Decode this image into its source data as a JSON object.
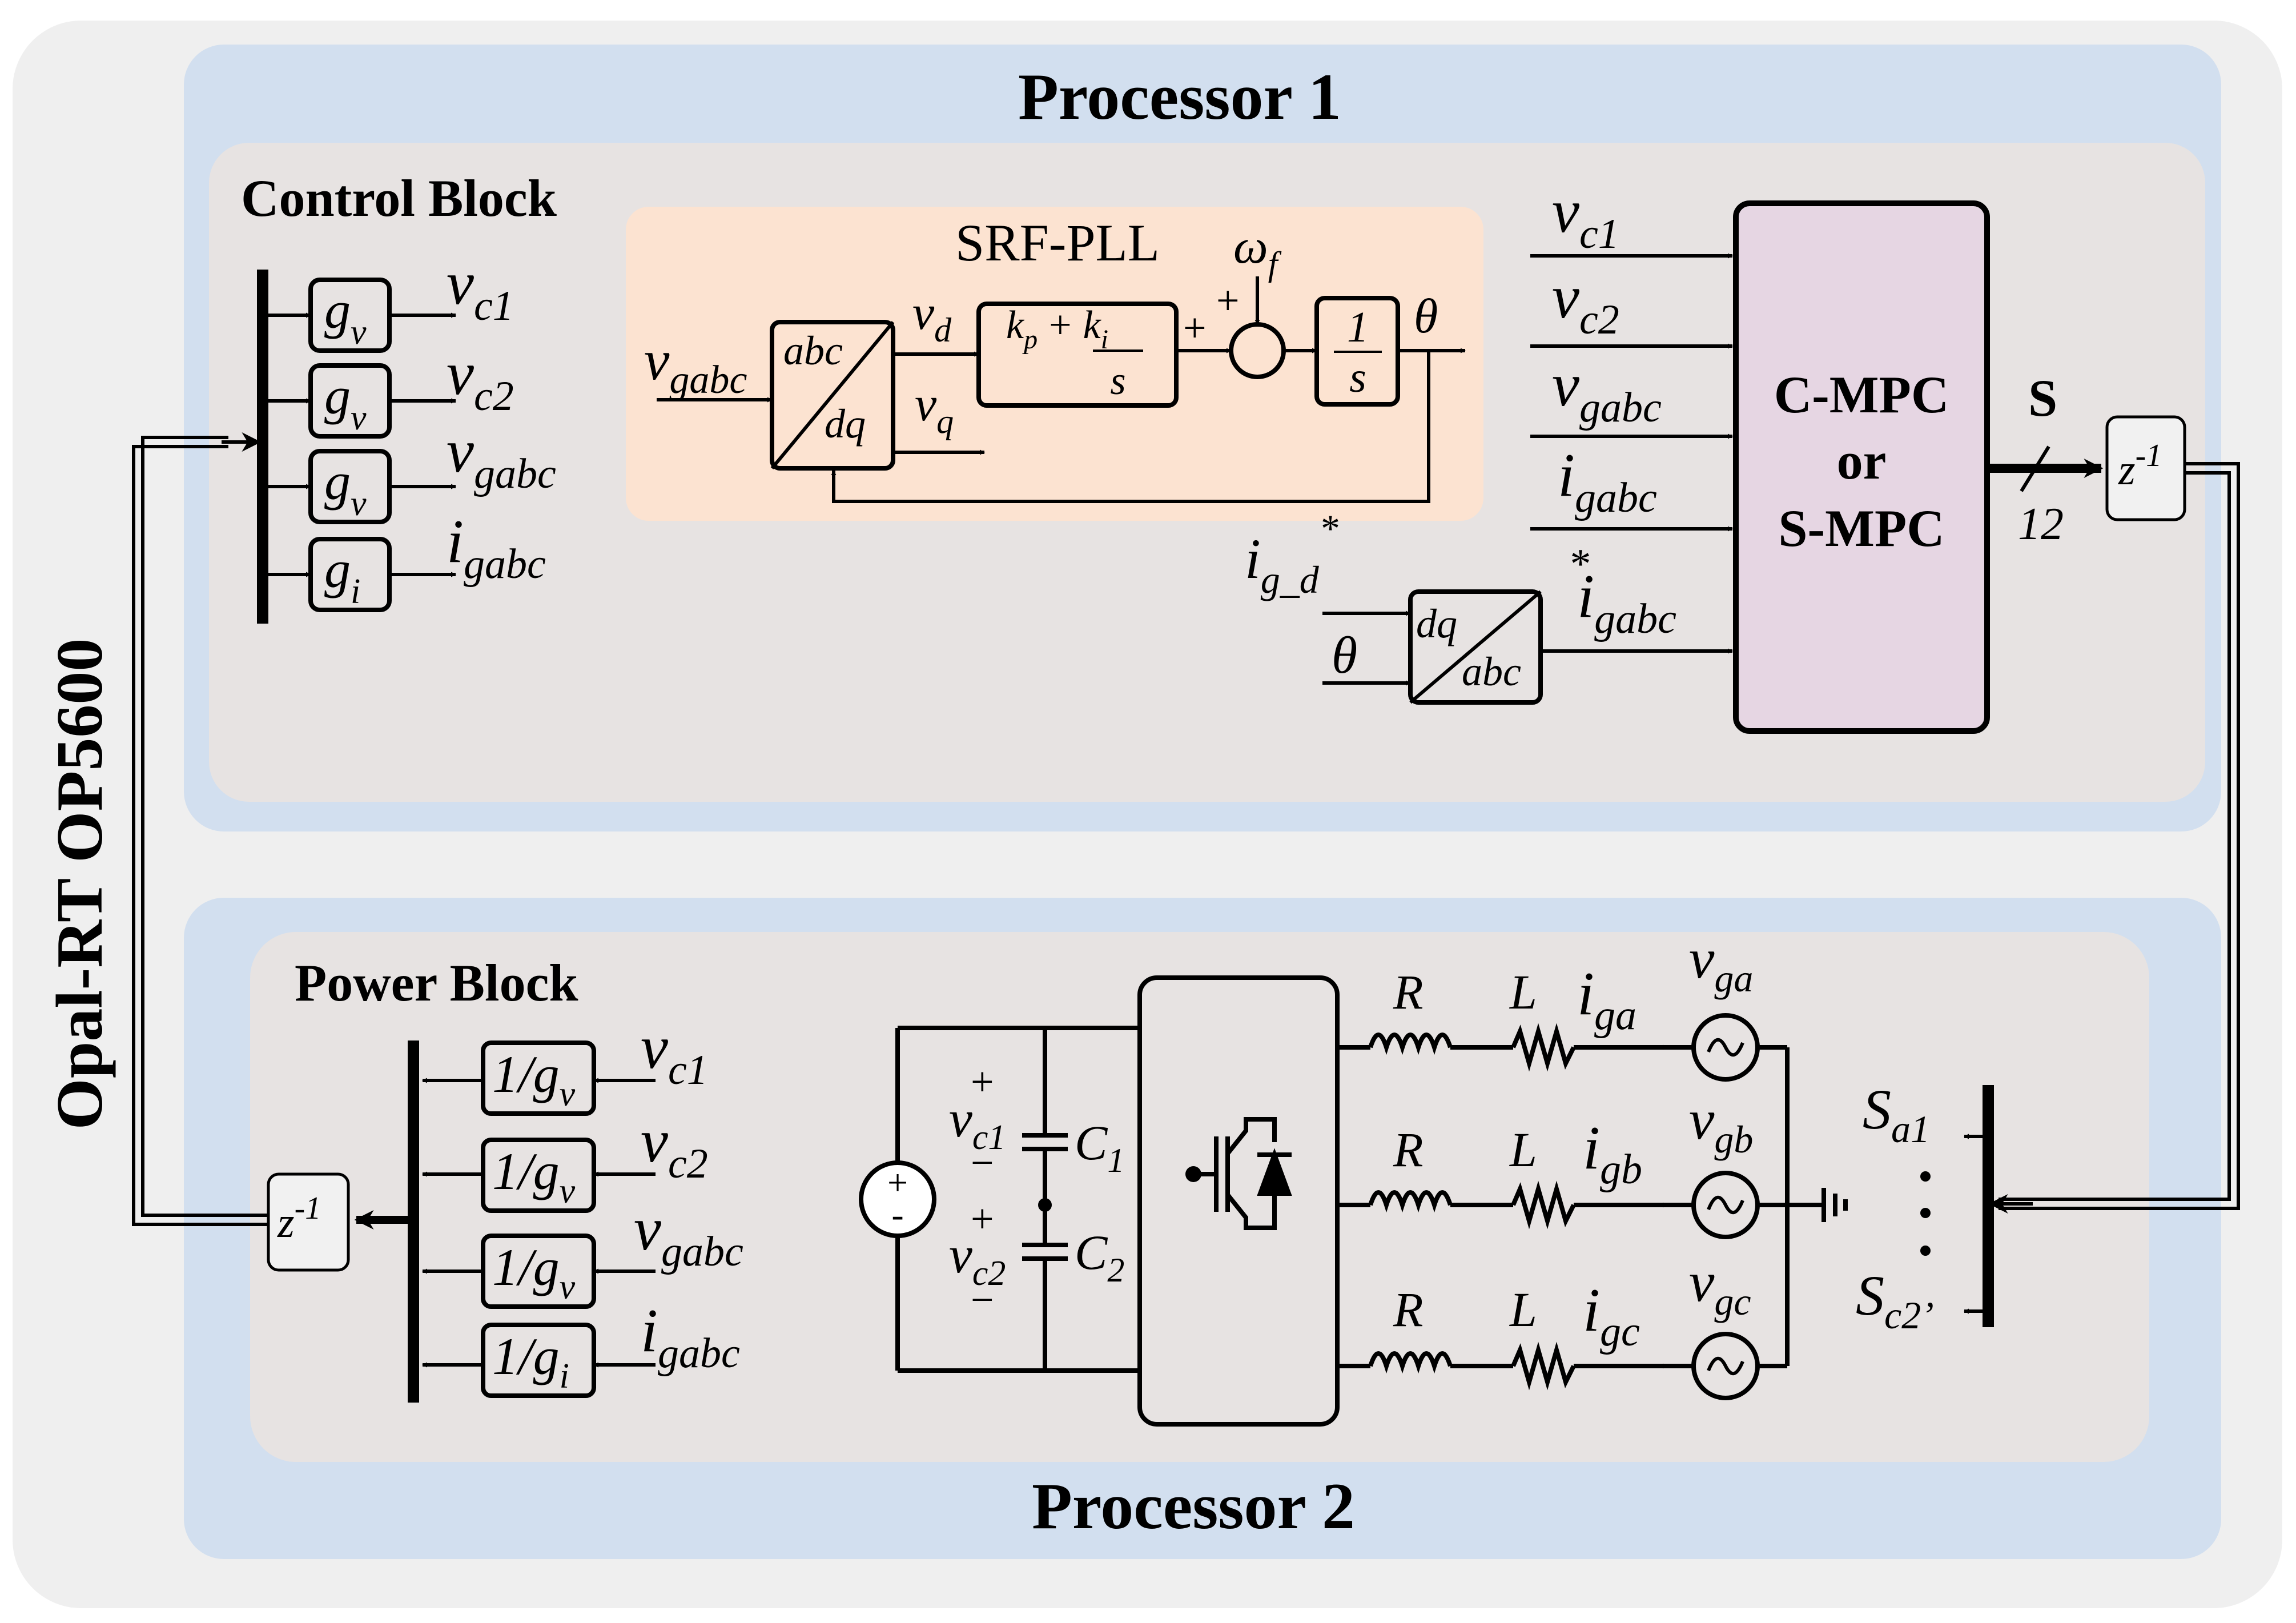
{
  "outer_label": "Opal-RT OP5600",
  "processor1": {
    "title": "Processor 1",
    "control_block": {
      "title": "Control Block",
      "gains": [
        {
          "gain": "g",
          "gain_sub": "v",
          "signal": "v",
          "signal_sub": "c1"
        },
        {
          "gain": "g",
          "gain_sub": "v",
          "signal": "v",
          "signal_sub": "c2"
        },
        {
          "gain": "g",
          "gain_sub": "v",
          "signal": "v",
          "signal_sub": "gabc"
        },
        {
          "gain": "g",
          "gain_sub": "i",
          "signal": "i",
          "signal_sub": "gabc"
        }
      ],
      "pll": {
        "title": "SRF-PLL",
        "input": {
          "main": "v",
          "sub": "gabc"
        },
        "transform": {
          "top": "abc",
          "bottom": "dq"
        },
        "vd": {
          "main": "v",
          "sub": "d"
        },
        "vq": {
          "main": "v",
          "sub": "q"
        },
        "pi": {
          "kp": "k",
          "kp_sub": "p",
          "plus": "+",
          "ki": "k",
          "ki_sub": "i",
          "den": "s"
        },
        "plus1": "+",
        "plus2": "+",
        "omega": {
          "main": "ω",
          "sub": "f"
        },
        "integrator": {
          "num": "1",
          "den": "s"
        },
        "theta": "θ"
      },
      "mpc_inputs": [
        {
          "main": "v",
          "sub": "c1"
        },
        {
          "main": "v",
          "sub": "c2"
        },
        {
          "main": "v",
          "sub": "gabc"
        },
        {
          "main": "i",
          "sub": "gabc"
        }
      ],
      "current_ref": {
        "input1": {
          "main": "i",
          "sub": "g_d",
          "sup": "*"
        },
        "input2": "θ",
        "transform": {
          "top": "dq",
          "bottom": "abc"
        },
        "output": {
          "main": "i",
          "sub": "gabc",
          "sup": "*"
        }
      },
      "mpc": {
        "line1": "C-MPC",
        "line2": "or",
        "line3": "S-MPC"
      },
      "switch_signal": "S",
      "bus_width": "12",
      "delay": {
        "main": "z",
        "sup": "-1"
      }
    }
  },
  "processor2": {
    "title": "Processor 2",
    "power_block": {
      "title": "Power Block",
      "gains": [
        {
          "num": "1/",
          "gain": "g",
          "gain_sub": "v",
          "signal": "v",
          "signal_sub": "c1"
        },
        {
          "num": "1/",
          "gain": "g",
          "gain_sub": "v",
          "signal": "v",
          "signal_sub": "c2"
        },
        {
          "num": "1/",
          "gain": "g",
          "gain_sub": "v",
          "signal": "v",
          "signal_sub": "gabc"
        },
        {
          "num": "1/",
          "gain": "g",
          "gain_sub": "i",
          "signal": "i",
          "signal_sub": "gabc"
        }
      ],
      "delay": {
        "main": "z",
        "sup": "-1"
      },
      "dc_source": {
        "plus": "+",
        "minus": "-"
      },
      "capacitors": [
        {
          "v": "v",
          "v_sub": "c1",
          "plus": "+",
          "minus": "−",
          "c": "C",
          "c_sub": "1"
        },
        {
          "v": "v",
          "v_sub": "c2",
          "plus": "+",
          "minus": "−",
          "c": "C",
          "c_sub": "2"
        }
      ],
      "phases": [
        {
          "r": "R",
          "l": "L",
          "i": "i",
          "i_sub": "ga",
          "v": "v",
          "v_sub": "ga"
        },
        {
          "r": "R",
          "l": "L",
          "i": "i",
          "i_sub": "gb",
          "v": "v",
          "v_sub": "gb"
        },
        {
          "r": "R",
          "l": "L",
          "i": "i",
          "i_sub": "gc",
          "v": "v",
          "v_sub": "gc"
        }
      ],
      "switch_demux": {
        "top": "S",
        "top_sub": "a1",
        "dots": "·\n·\n·",
        "bottom": "S",
        "bottom_sub": "c2’"
      }
    }
  },
  "colors": {
    "outer_bg": "#efefef",
    "processor_bg": "#d2dfef",
    "block_bg": "#e7e3e2",
    "pll_bg": "#fce3d1",
    "mpc_fill": "#e6d6e3",
    "line": "#000000"
  }
}
